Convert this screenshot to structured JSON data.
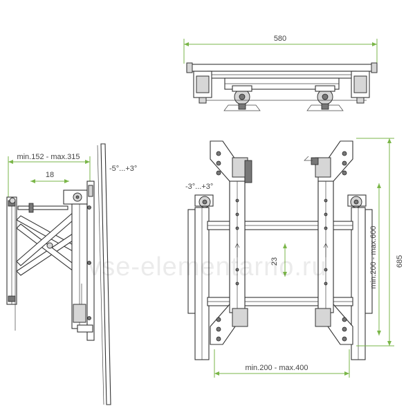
{
  "dimensions": {
    "top_width": "580",
    "depth_range": "min.152 - max.315",
    "slide": "18",
    "tilt": "-5°...+3°",
    "swivel": "-3°...+3°",
    "vertical_adjust": "23",
    "height": "685",
    "vesa_vertical": "min.200 - max.600",
    "vesa_horizontal": "min.200 - max.400"
  },
  "watermark": "vse-elementarno.ru",
  "colors": {
    "dimension_line": "#7ab648",
    "outline": "#333333"
  }
}
